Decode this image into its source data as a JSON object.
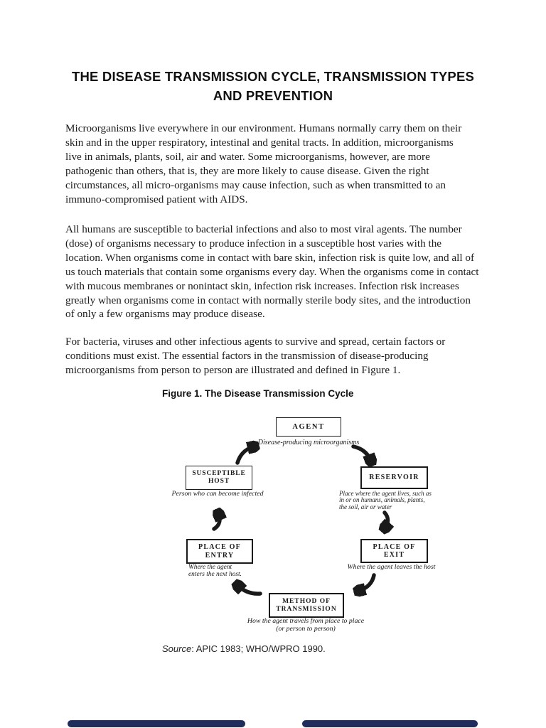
{
  "title": "THE DISEASE TRANSMISSION CYCLE, TRANSMISSION TYPES\nAND PREVENTION",
  "paragraphs": {
    "p1": "Microorganisms live everywhere in our environment. Humans normally carry them on their\nskin and in the upper respiratory, intestinal and genital tracts. In addition, microorganisms\nlive in animals, plants, soil, air and water. Some microorganisms, however, are more\npathogenic than others, that is, they are more likely to cause disease. Given the right\ncircumstances, all micro-organisms may cause infection, such as when transmitted to an\nimmuno-compromised patient with AIDS.",
    "p2": "All humans are susceptible to bacterial infections and also to most viral agents. The number\n(dose) of organisms necessary to produce infection in a susceptible host varies with the\nlocation. When organisms come in contact with bare skin, infection risk is quite low, and all of\nus touch materials that contain some organisms every day. When the organisms come in contact\nwith mucous membranes or nonintact skin, infection risk increases. Infection risk increases\ngreatly when organisms come in contact with normally sterile body sites, and the introduction\nof only a few organisms may produce disease.",
    "p3": "For bacteria, viruses and other infectious agents to survive and spread, certain factors or\nconditions must exist. The essential factors in the transmission of disease-producing\nmicroorganisms from person to person are illustrated and defined in Figure 1."
  },
  "figure": {
    "heading": "Figure 1. The Disease Transmission Cycle",
    "agent": {
      "label": "AGENT",
      "caption": "Disease-producing microorganisms"
    },
    "reservoir": {
      "label": "RESERVOIR",
      "caption": "Place where the agent lives, such as\nin or on humans, animals, plants,\nthe soil, air or water"
    },
    "susceptible_host": {
      "label": "SUSCEPTIBLE\nHOST",
      "caption": "Person who can become infected"
    },
    "place_of_entry": {
      "label": "PLACE OF\nENTRY",
      "caption": "Where the agent\nenters the next host."
    },
    "place_of_exit": {
      "label": "PLACE OF\nEXIT",
      "caption": "Where the agent leaves the host"
    },
    "method": {
      "label": "METHOD OF\nTRANSMISSION",
      "caption": "How the agent travels from place to place\n(or person to person)"
    }
  },
  "source": {
    "label": "Source",
    "text": ": APIC 1983; WHO/WPRO 1990."
  },
  "colors": {
    "text": "#1c1c1c",
    "footer_bar": "#1f2c5c"
  }
}
